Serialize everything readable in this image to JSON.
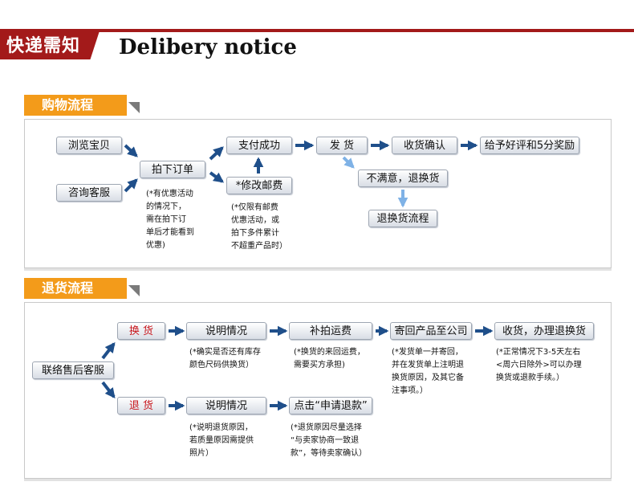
{
  "header": {
    "title_cn": "快递需知",
    "title_en": "Delibery notice"
  },
  "shopping": {
    "tab": "购物流程",
    "browse": "浏览宝贝",
    "consult": "咨询客服",
    "order": "拍下订单",
    "modify": "*修改邮费",
    "pay": "支付成功",
    "ship": "发 货",
    "confirm": "收货确认",
    "review": "给予好评和5分奖励",
    "unsatisfied": "不满意，退换货",
    "return_flow": "退换货流程",
    "note_order": [
      "(*有优惠活动",
      "的情况下，",
      "需在拍下订",
      "单后才能看到",
      "优惠)"
    ],
    "note_modify": [
      "(*仅限有邮费",
      "优惠活动，或",
      "拍下多件累计",
      "不超重产品时）"
    ]
  },
  "returns": {
    "tab": "退货流程",
    "contact": "联络售后客服",
    "exchange": "换 货",
    "refund": "退 货",
    "explain1": "说明情况",
    "explain2": "说明情况",
    "freight": "补拍运费",
    "mail": "寄回产品至公司",
    "receive": "收货，办理退换货",
    "apply": "点击“申请退款”",
    "note_explain1": [
      "(*确实是否还有库存",
      "颜色尺码供换货）"
    ],
    "note_freight": [
      "(*换货的来回运费，",
      "需要买方承担)"
    ],
    "note_mail": [
      "(*发货单一并寄回，",
      "并在发货单上注明退",
      "换货原因，及其它备",
      "注事项。）"
    ],
    "note_receive": [
      "(*正常情况下3-5天左右",
      "<周六日除外>可以办理",
      "换货或退款手续。）"
    ],
    "note_explain2": [
      "(*说明退货原因，",
      "若质量原因需提供",
      "照片）"
    ],
    "note_apply": [
      "(*退货原因尽量选择",
      "“与卖家协商一致退",
      "款”，等待卖家确认）"
    ]
  },
  "colors": {
    "brand": "#a31a1a",
    "tab": "#f39b1a",
    "arrow": "#1f4f8a",
    "accent_text": "#c8171d"
  }
}
